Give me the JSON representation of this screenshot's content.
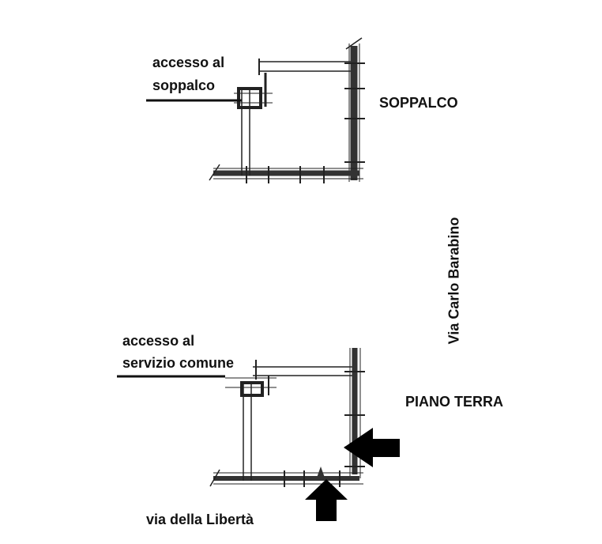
{
  "labels": {
    "soppalco_access_line1": "accesso al",
    "soppalco_access_line2": "soppalco",
    "soppalco_title": "SOPPALCO",
    "street_east": "Via Carlo Barabino",
    "common_access_line1": "accesso al",
    "common_access_line2": "servizio comune",
    "ground_floor_title": "PIANO TERRA",
    "street_south": "via della Libertà"
  },
  "colors": {
    "ink": "#111111",
    "background": "#ffffff"
  }
}
